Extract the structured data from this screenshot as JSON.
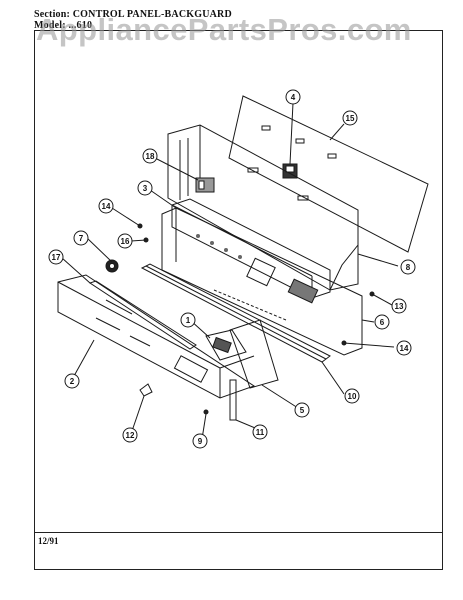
{
  "header": {
    "section_label": "Section:",
    "section_value": "CONTROL PANEL-BACKGUARD",
    "model_label": "Model:",
    "model_value": "...610"
  },
  "watermark": "AppliancePartsPros.com",
  "footer": {
    "date_code": "12/91"
  },
  "callouts": {
    "c1": "1",
    "c2": "2",
    "c3": "3",
    "c4": "4",
    "c5": "5",
    "c6": "6",
    "c7": "7",
    "c8": "8",
    "c9": "9",
    "c10": "10",
    "c11": "11",
    "c12": "12",
    "c13": "13",
    "c14a": "14",
    "c14b": "14",
    "c15": "15",
    "c16": "16",
    "c17": "17",
    "c18": "18"
  }
}
